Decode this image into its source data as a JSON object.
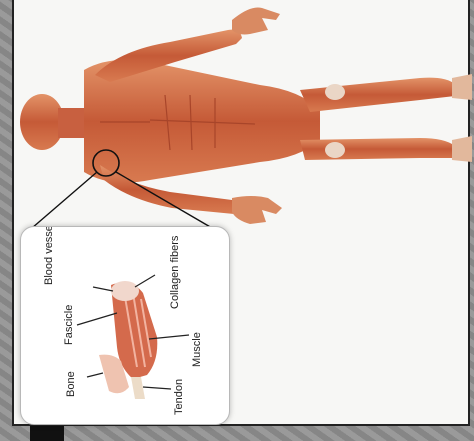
{
  "diagram": {
    "labels": {
      "blood_vessel": "Blood vessel",
      "collagen_fibers": "Collagen fibers",
      "fascicle": "Fascicle",
      "muscle": "Muscle",
      "bone": "Bone",
      "tendon": "Tendon"
    }
  },
  "colors": {
    "muscle": "#c85c3a",
    "muscle_light": "#e08a62",
    "tendon": "#e8d8c8",
    "background": "#f7f7f5"
  }
}
